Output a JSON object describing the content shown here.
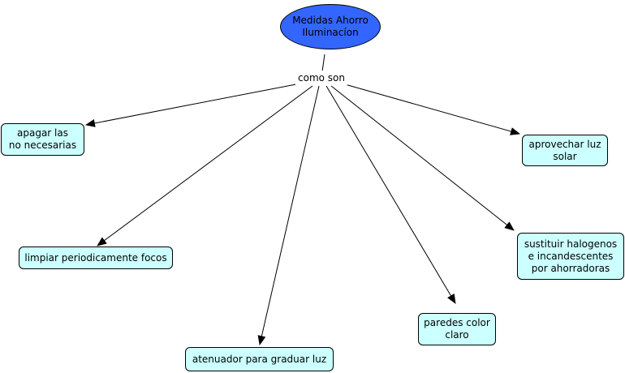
{
  "root": {
    "label": "Medidas Ahorro\nIluminacíon"
  },
  "link_label": "como son",
  "concepts": [
    {
      "id": "apagar",
      "label": "apagar las\nno necesarias"
    },
    {
      "id": "aprovechar",
      "label": "aprovechar luz\nsolar"
    },
    {
      "id": "limpiar",
      "label": "limpiar periodicamente focos"
    },
    {
      "id": "sustituir",
      "label": "sustituir halogenos\ne incandescentes\npor ahorradoras"
    },
    {
      "id": "paredes",
      "label": "paredes color\nclaro"
    },
    {
      "id": "atenuador",
      "label": "atenuador para graduar luz"
    }
  ],
  "colors": {
    "root_fill": "#3366ff",
    "concept_fill": "#ccffff",
    "line": "#000000"
  }
}
